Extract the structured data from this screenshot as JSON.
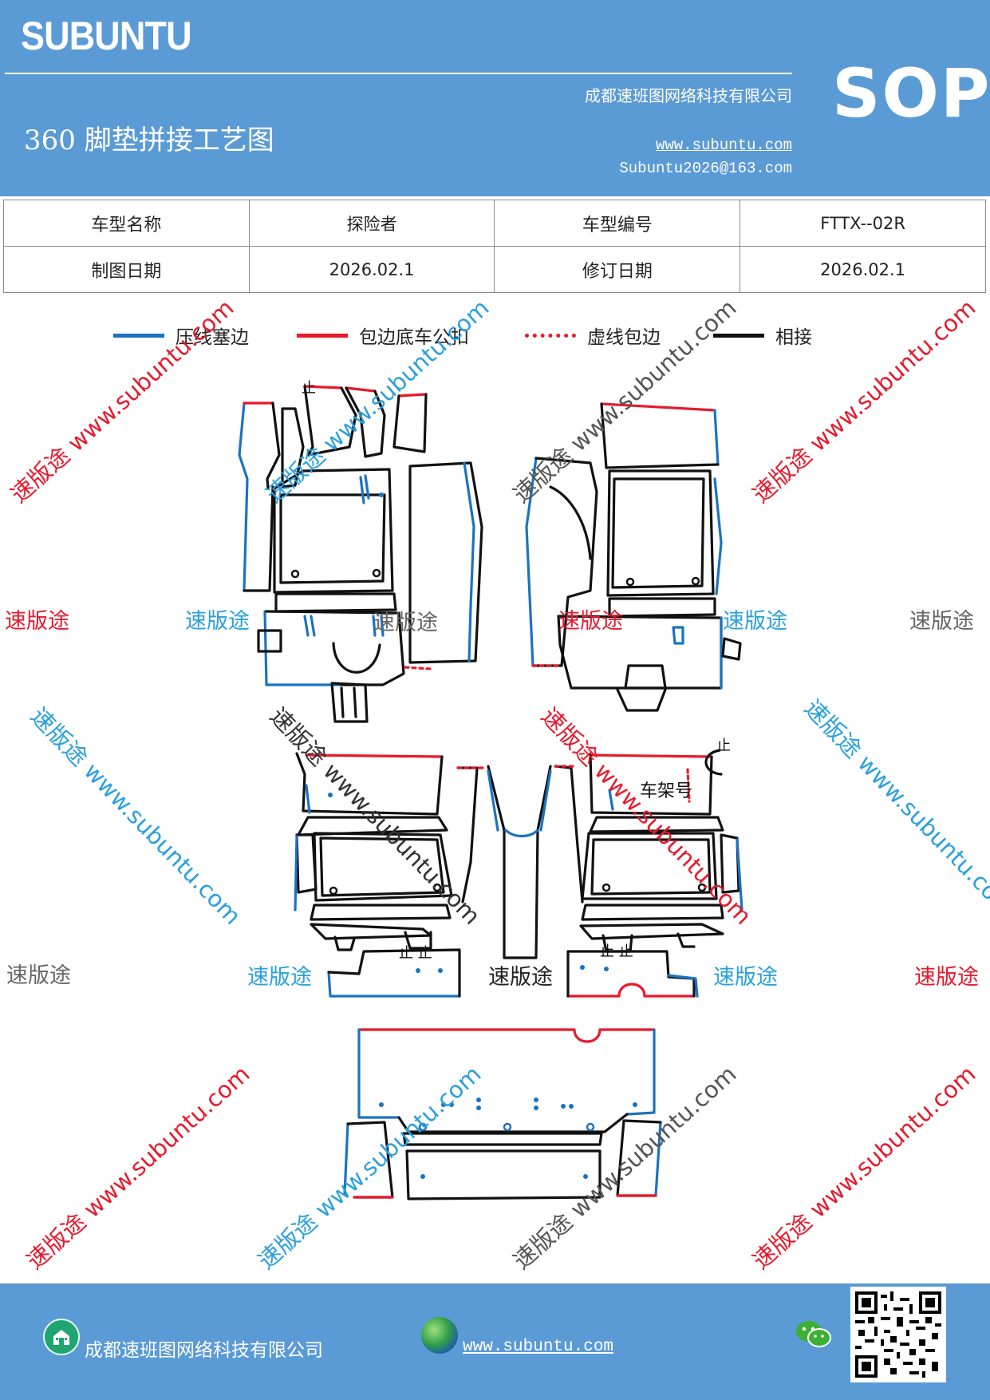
{
  "header": {
    "brand": "SUBUNTU",
    "company": "成都速班图网络科技有限公司",
    "title": "360 脚垫拼接工艺图",
    "website": "www.subuntu.com",
    "email": "Subuntu2026@163.com",
    "badge": "SOP",
    "background_color": "#5b9bd5"
  },
  "info_table": {
    "rows": [
      [
        {
          "label": "车型名称",
          "value": "探险者"
        },
        {
          "label": "车型编号",
          "value": "FTTX--02R"
        }
      ],
      [
        {
          "label": "制图日期",
          "value": "2026.02.1"
        },
        {
          "label": "修订日期",
          "value": "2026.02.1"
        }
      ]
    ]
  },
  "legend": [
    {
      "label": "压线塞边",
      "color": "#1b73c0",
      "style": "solid"
    },
    {
      "label": "包边底车公扣",
      "color": "#e8192c",
      "style": "solid"
    },
    {
      "label": "虚线包边",
      "color": "#e8192c",
      "style": "dotted"
    },
    {
      "label": "相接",
      "color": "#111111",
      "style": "solid"
    }
  ],
  "diagram": {
    "labels": {
      "frame_number": "车架号",
      "stop_mark": "止"
    },
    "colors": {
      "blue": "#1b73c0",
      "red": "#e8192c",
      "black": "#111111"
    }
  },
  "watermarks": {
    "brand_text": "速版途",
    "diagonal_text": "速版途 www.subuntu.com"
  },
  "footer": {
    "company": "成都速班图网络科技有限公司",
    "website": "www.subuntu.com",
    "icons": [
      "home-icon",
      "globe-icon",
      "wechat-icon",
      "qr-code"
    ]
  }
}
